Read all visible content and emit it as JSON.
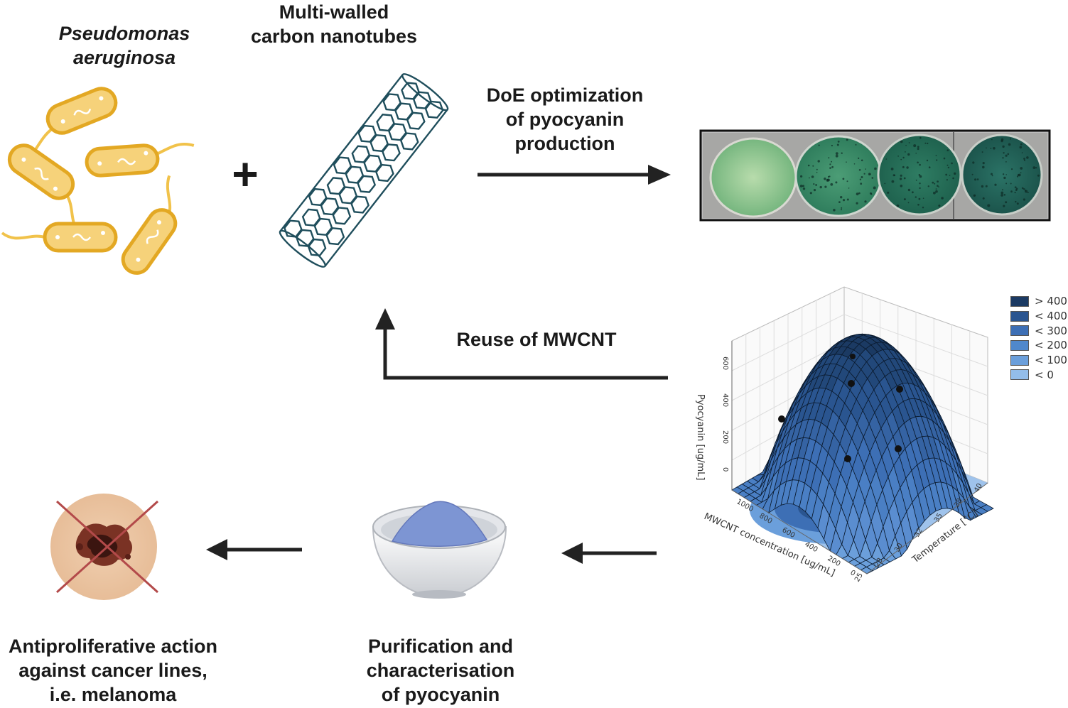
{
  "organism": {
    "line1": "Pseudomonas",
    "line2": "aeruginosa"
  },
  "nanotubes": {
    "line1": "Multi-walled",
    "line2": "carbon nanotubes"
  },
  "plus": "+",
  "doe": {
    "line1": "DoE optimization",
    "line2": "of pyocyanin",
    "line3": "production"
  },
  "reuse": "Reuse of MWCNT",
  "purification": {
    "line1": "Purification and",
    "line2": "characterisation",
    "line3": "of pyocyanin"
  },
  "antiproliferative": {
    "line1": "Antiproliferative action",
    "line2": "against cancer lines,",
    "line3": "i.e. melanoma"
  },
  "plot": {
    "z_axis_label": "Pyocyanin [ug/mL]",
    "x_axis_label": "MWCNT concentration [ug/mL]",
    "y_axis_label": "Temperature [°C]",
    "z_ticks": [
      "600",
      "400",
      "200",
      "0"
    ],
    "x_ticks": [
      "1000",
      "800",
      "600",
      "400",
      "200",
      "0"
    ],
    "y_ticks": [
      "40",
      "38",
      "35",
      "32",
      "30",
      "28",
      "25"
    ],
    "legend": [
      {
        "label": "> 400",
        "color": "#1b3a63"
      },
      {
        "label": "< 400",
        "color": "#2a5590"
      },
      {
        "label": "< 300",
        "color": "#3d6fb5"
      },
      {
        "label": "< 200",
        "color": "#5088cc"
      },
      {
        "label": "< 100",
        "color": "#6b9fdb"
      },
      {
        "label": "< 0",
        "color": "#93bdea"
      }
    ]
  },
  "colors": {
    "bacteria": "#f1c24a",
    "bacteria_outline": "#e3a823",
    "nanotube": "#1f4e5c",
    "arrow": "#222222"
  }
}
